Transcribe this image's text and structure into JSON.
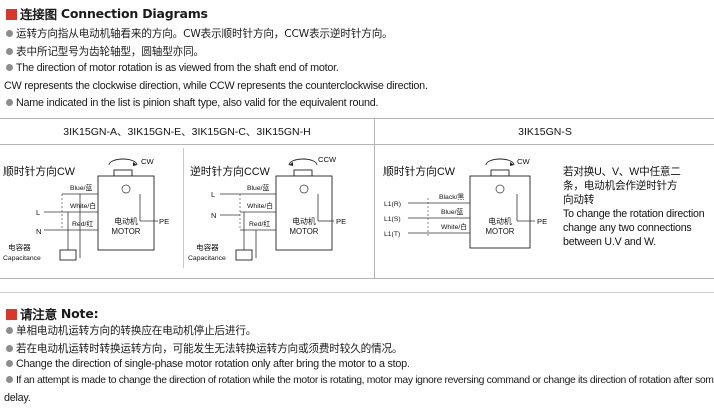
{
  "connection": {
    "title_cn": "连接图",
    "title_en": "Connection Diagrams",
    "lines": [
      "运转方向指从电动机轴看来的方向。CW表示顺时针方向，CCW表示逆时针方向。",
      "表中所记型号为齿轮轴型，圆轴型亦同。",
      "The direction of motor rotation is as viewed from the shaft end of motor.",
      "CW represents the clockwise direction, while CCW represents the counterclockwise direction.",
      "Name indicated in the list is pinion shaft type, also valid for the equivalent round."
    ]
  },
  "table": {
    "header_left": "3IK15GN-A、3IK15GN-E、3IK15GN-C、3IK15GN-H",
    "header_right": "3IK15GN-S"
  },
  "diagram1": {
    "caption": "顺时针方向CW",
    "dir": "CW",
    "blue": "Blue/蓝",
    "white": "White/白",
    "red": "Red/红",
    "L": "L",
    "N": "N",
    "motor_cn": "电动机",
    "motor_en": "MOTOR",
    "pe": "PE",
    "cap_cn": "电容器",
    "cap_en": "Capacitance"
  },
  "diagram2": {
    "caption": "逆时针方向CCW",
    "dir": "CCW",
    "blue": "Blue/蓝",
    "white": "White/白",
    "red": "Red/红",
    "L": "L",
    "N": "N",
    "motor_cn": "电动机",
    "motor_en": "MOTOR",
    "pe": "PE",
    "cap_cn": "电容器",
    "cap_en": "Capacitance"
  },
  "diagram3": {
    "caption": "顺时针方向CW",
    "dir": "CW",
    "black": "Black/黑",
    "blue": "Blue/蓝",
    "white": "White/白",
    "l1r": "L1(R)",
    "l1s": "L1(S)",
    "l1t": "L1(T)",
    "motor_cn": "电动机",
    "motor_en": "MOTOR",
    "pe": "PE"
  },
  "side_note": [
    "若对换U、V、W中任意二",
    "条，电动机会作逆时针方",
    "向动转",
    "To change the rotation direction",
    "change any two connections",
    "between U.V and W."
  ],
  "notes": {
    "title_cn": "请注意",
    "title_en": "Note:",
    "lines": [
      "单相电动机运转方向的转换应在电动机停止后进行。",
      "若在电动机运转时转换运转方向，可能发生无法转换运转方向或须费时较久的情况。",
      "Change the direction of single-phase motor rotation only after bring the motor to a stop.",
      "If an attempt is made to change the direction of rotation while the motor is rotating, motor may ignore reversing command or change its direction of rotation after some",
      "delay."
    ]
  },
  "colors": {
    "accent": "#d8372b",
    "bullet": "#8c8c8c"
  }
}
